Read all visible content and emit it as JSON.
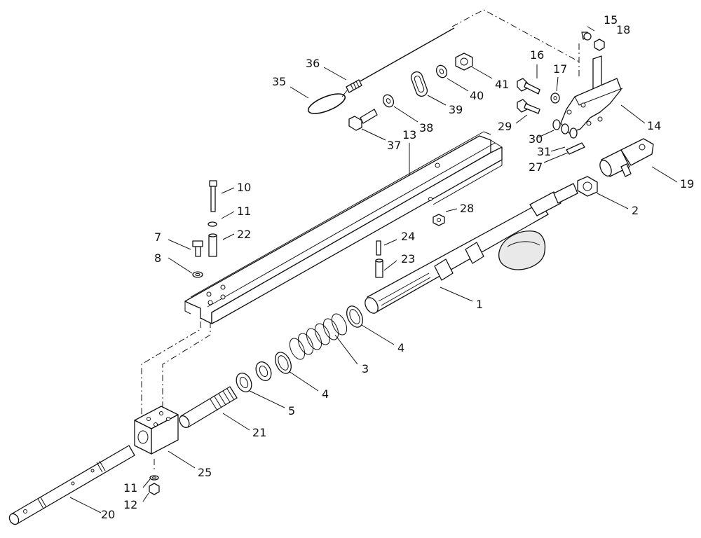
{
  "diagram": {
    "callouts": [
      {
        "key": "p1",
        "label": "1"
      },
      {
        "key": "p2",
        "label": "2"
      },
      {
        "key": "p3",
        "label": "3"
      },
      {
        "key": "p4a",
        "label": "4"
      },
      {
        "key": "p4b",
        "label": "4"
      },
      {
        "key": "p5",
        "label": "5"
      },
      {
        "key": "p7",
        "label": "7"
      },
      {
        "key": "p8",
        "label": "8"
      },
      {
        "key": "p10",
        "label": "10"
      },
      {
        "key": "p11a",
        "label": "11"
      },
      {
        "key": "p11b",
        "label": "11"
      },
      {
        "key": "p12",
        "label": "12"
      },
      {
        "key": "p13",
        "label": "13"
      },
      {
        "key": "p14",
        "label": "14"
      },
      {
        "key": "p15",
        "label": "15"
      },
      {
        "key": "p16",
        "label": "16"
      },
      {
        "key": "p17",
        "label": "17"
      },
      {
        "key": "p18",
        "label": "18"
      },
      {
        "key": "p19",
        "label": "19"
      },
      {
        "key": "p20",
        "label": "20"
      },
      {
        "key": "p21",
        "label": "21"
      },
      {
        "key": "p22",
        "label": "22"
      },
      {
        "key": "p23",
        "label": "23"
      },
      {
        "key": "p24",
        "label": "24"
      },
      {
        "key": "p25",
        "label": "25"
      },
      {
        "key": "p27",
        "label": "27"
      },
      {
        "key": "p28",
        "label": "28"
      },
      {
        "key": "p29",
        "label": "29"
      },
      {
        "key": "p30",
        "label": "30"
      },
      {
        "key": "p31",
        "label": "31"
      },
      {
        "key": "p35",
        "label": "35"
      },
      {
        "key": "p36",
        "label": "36"
      },
      {
        "key": "p37",
        "label": "37"
      },
      {
        "key": "p38",
        "label": "38"
      },
      {
        "key": "p39",
        "label": "39"
      },
      {
        "key": "p40",
        "label": "40"
      },
      {
        "key": "p41",
        "label": "41"
      }
    ]
  }
}
